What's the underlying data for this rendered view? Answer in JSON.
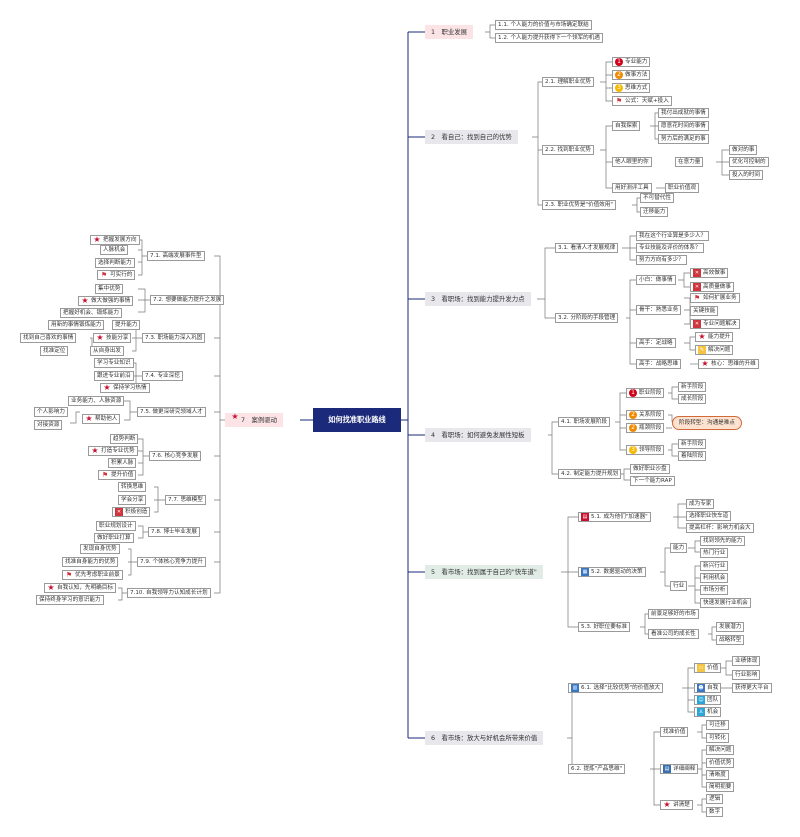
{
  "title": "如何找准职业路线",
  "sections": {
    "s1": {
      "label": "1　职业发展",
      "items": [
        "1.1. 个人能力的价值与市场确定联结",
        "1.2. 个人能力提升获得下一个领军的机遇"
      ]
    },
    "s2": {
      "label": "2　看自己：找到自己的优势",
      "a": "2.1. 理解职业优势",
      "a_items": [
        "专业能力",
        "做事方法",
        "思维方式",
        "公式：天赋+投入"
      ],
      "b": "2.2. 找到职业优势",
      "b1": "自我探索",
      "b1_items": [
        "我付出成就的事情",
        "愿意花时间的事情",
        "努力后的满足的事"
      ],
      "b2": "他人眼里的你",
      "b2a": "在意力量",
      "b2a_items": [
        "做对的事",
        "优化可控制的",
        "投入的时间"
      ],
      "b3": "用好测评工具",
      "b3a": "职业价值观",
      "c": "2.3. 职业优势是\"价值效用\"",
      "c_items": [
        "不可替代性",
        "迁移能力"
      ]
    },
    "s3": {
      "label": "3　看职场：找到能力提升发力点",
      "a": "3.1. 看清人才发展规律",
      "a_items": [
        "我在这个行业算是多少人？",
        "专业技能及评价的体系？",
        "努力方向有多少？"
      ],
      "b": "3.2. 分阶段的手段管理",
      "b1": "小白：做事情",
      "b1_items": [
        "高效做事",
        "高质量做事"
      ],
      "b2": "骨干：熟悉业务",
      "b2_items": [
        "如何扩展业务",
        "关键技能",
        "专业问题解决"
      ],
      "b3": "高手：定战略",
      "b3_items": [
        "能力提升",
        "解决问题"
      ],
      "b4": "高手：战略思维",
      "b4_items": [
        "核心：思维的升维"
      ]
    },
    "s4": {
      "label": "4　看职场：如何避免发展性短板",
      "a": "4.1. 职场发展阶段",
      "a1": "职业阶段",
      "a1_items": [
        "新手阶段",
        "成长阶段"
      ],
      "a2": "关系阶段",
      "a3": "瓶颈阶段",
      "callout": "阶段转型：沟通是难点",
      "a4": "领导阶段",
      "a4_items": [
        "新手阶段",
        "着陆阶段"
      ],
      "b": "4.2. 制定能力提升规划",
      "b_items": [
        "做好职业沙盘",
        "下一个能力RAP"
      ]
    },
    "s5": {
      "label": "5　看市场：找到属于自己的\"快车道\"",
      "a": "5.1. 成为他们\"加速器\"",
      "a_items": [
        "成为专家",
        "选择职业快车道",
        "提高杠杆：影响力机会大"
      ],
      "b": "5.2. 数据驱动的决策",
      "b1": "能力",
      "b1_items": [
        "找到领先的能力",
        "热门行业"
      ],
      "b2": "行业",
      "b2_items": [
        "新兴行业",
        "利用机会",
        "市场分析",
        "快速发展行业机会"
      ],
      "c": "5.3. 好职位要标准",
      "c1": "前景足够好的市场",
      "c2": "看准公司的成长性",
      "c2_items": [
        "发展潜力",
        "战略转型"
      ]
    },
    "s6": {
      "label": "6　看市场：放大与好机会所带来价值",
      "a": "6.1. 选择\"比较优势\"的价值放大",
      "a_items": [
        "价值",
        "自我",
        "团队",
        "机会"
      ],
      "a1_items": [
        "业绩体现",
        "行业影响"
      ],
      "a2_items": [
        "获得更大平台"
      ],
      "b": "6.2. 提炼\"产品思维\"",
      "b1": "找准价值",
      "b1_items": [
        "可迁移",
        "可转化"
      ],
      "b2": "详细阐释",
      "b2_items": [
        "解决问题",
        "价值优势",
        "清晰度",
        "简明扼要"
      ],
      "b3": "讲清楚",
      "b3_items": [
        "逻辑",
        "数字"
      ]
    },
    "s7": {
      "label": "7　案例驱动",
      "items": [
        {
          "label": "7.1. 高端发展事件型",
          "subs": [
            "把握发展方向",
            "人脉机会",
            "选择判断能力",
            "可实行的"
          ]
        },
        {
          "label": "7.2. 想要做能力提升之发展",
          "subs": [
            "集中优势",
            "做大做强的事情",
            "把握好机会、锻炼能力"
          ]
        },
        {
          "label": "7.3. 职场能力深入巩固",
          "subs": [
            "用新的事情锻炼能力",
            "提升能力",
            "技能分享",
            "找到自己喜欢的事情",
            "从自身出发",
            "找准定位"
          ]
        },
        {
          "label": "7.4. 专业深挖",
          "subs": [
            "学习专业知识",
            "跟进专业前沿",
            "保持学习热情"
          ]
        },
        {
          "label": "7.5. 做更深研究领域人才",
          "subs": [
            "业务能力、人脉资源",
            "个人影响力",
            "帮助他人",
            "对接资源"
          ]
        },
        {
          "label": "7.6. 核心竞争发展",
          "subs": [
            "趋势判断",
            "打造专业优势",
            "积累人脉",
            "提升价值"
          ]
        },
        {
          "label": "7.7. 思维模型",
          "subs": [
            "转换思维",
            "学会分享",
            "积极创造"
          ]
        },
        {
          "label": "7.8. 博士毕业发展",
          "subs": [
            "职业规划设计",
            "做好职业打算"
          ]
        },
        {
          "label": "7.9. 个体核心竞争力提升",
          "subs": [
            "发现自身优势",
            "找准自身能力的优势",
            "优先考虑职业前景"
          ]
        },
        {
          "label": "7.10. 自我领导力认知成长计划",
          "subs": [
            "自我认知，先明确目标",
            "保持终身学习的意识能力"
          ]
        }
      ]
    }
  }
}
